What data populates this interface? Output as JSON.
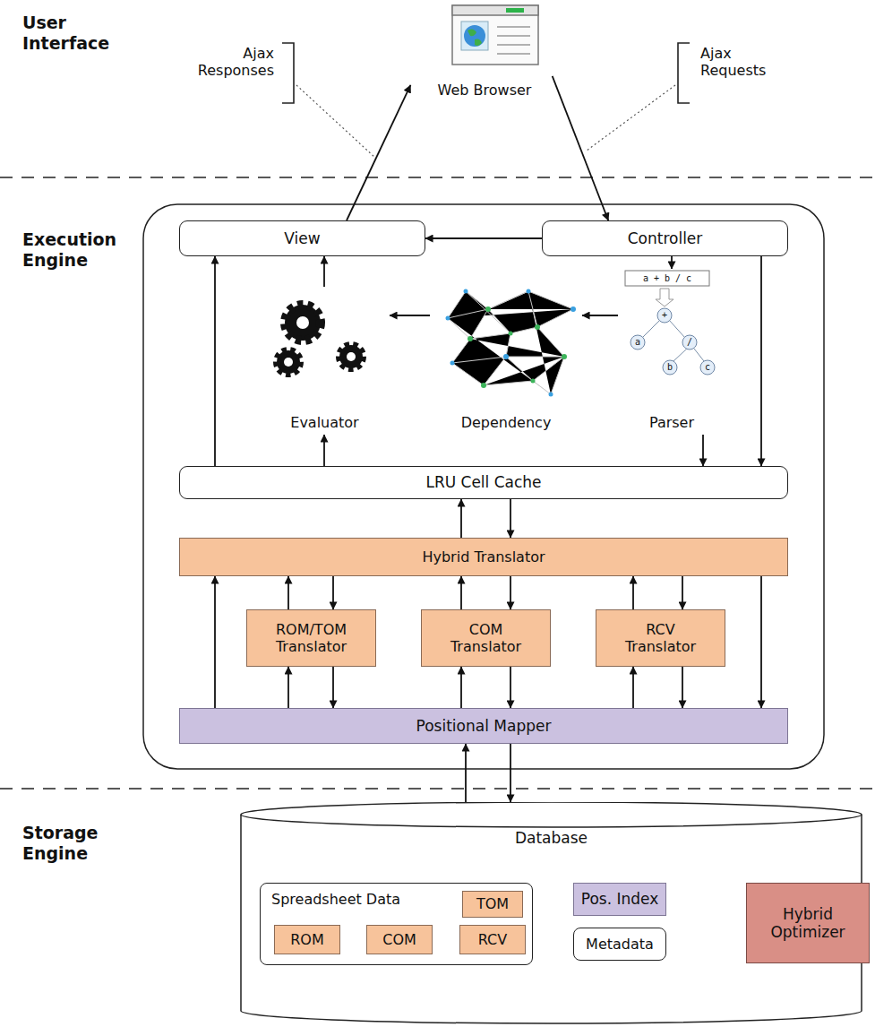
{
  "diagram": {
    "nodes": [
      {
        "text": [
          "Web Browser"
        ]
      },
      {
        "text": [
          "View"
        ]
      },
      {
        "text": [
          "Controller"
        ]
      },
      {
        "text": [
          "Evaluator"
        ]
      },
      {
        "text": [
          "Dependency"
        ]
      },
      {
        "text": [
          "Parser"
        ]
      },
      {
        "text": [
          "LRU Cell Cache"
        ]
      },
      {
        "text": [
          "Hybrid Translator"
        ]
      },
      {
        "text": [
          "ROM/TOM Translator"
        ]
      },
      {
        "text": [
          "COM Translator"
        ]
      },
      {
        "text": [
          "RCV Translator"
        ]
      },
      {
        "text": [
          "Positional Mapper"
        ]
      },
      {
        "text": [
          "Database"
        ]
      },
      {
        "text": [
          "Spreadsheet Data"
        ],
        "in": 12
      },
      {
        "text": [
          "TOM"
        ],
        "in": 13
      },
      {
        "text": [
          "ROM"
        ],
        "in": 13
      },
      {
        "text": [
          "COM"
        ],
        "in": 13
      },
      {
        "text": [
          "RCV"
        ],
        "in": 13
      },
      {
        "text": [
          "Pos. Index"
        ],
        "in": 12
      },
      {
        "text": [
          "Metadata"
        ],
        "in": 12
      },
      {
        "text": [
          "Hybrid Optimizer"
        ]
      }
    ],
    "edges": [
      {
        "from": 1,
        "to": 0,
        "arrow": "to"
      },
      {
        "from": 0,
        "to": 2,
        "arrow": "to"
      },
      {
        "from": 2,
        "to": 1,
        "arrow": "to"
      },
      {
        "from": 2,
        "to": 5,
        "arrow": "to"
      },
      {
        "from": 5,
        "to": 4,
        "arrow": "to"
      },
      {
        "from": 4,
        "to": 3,
        "arrow": "to"
      },
      {
        "from": 3,
        "to": 1,
        "arrow": "to"
      },
      {
        "from": 5,
        "to": 6,
        "arrow": "to"
      },
      {
        "from": 2,
        "to": 6,
        "arrow": "to"
      },
      {
        "from": 6,
        "to": 3,
        "arrow": "to"
      },
      {
        "from": 6,
        "to": 1,
        "arrow": "to"
      },
      {
        "from": 7,
        "to": 6,
        "arrow": "to"
      },
      {
        "from": 6,
        "to": 7,
        "arrow": "to"
      },
      {
        "from": 7,
        "to": 8,
        "arrow": "to"
      },
      {
        "from": 8,
        "to": 7,
        "arrow": "to"
      },
      {
        "from": 7,
        "to": 9,
        "arrow": "to"
      },
      {
        "from": 9,
        "to": 7,
        "arrow": "to"
      },
      {
        "from": 7,
        "to": 10,
        "arrow": "to"
      },
      {
        "from": 10,
        "to": 7,
        "arrow": "to"
      },
      {
        "from": 8,
        "to": 11,
        "arrow": "to"
      },
      {
        "from": 11,
        "to": 8,
        "arrow": "to"
      },
      {
        "from": 9,
        "to": 11,
        "arrow": "to"
      },
      {
        "from": 11,
        "to": 9,
        "arrow": "to"
      },
      {
        "from": 10,
        "to": 11,
        "arrow": "to"
      },
      {
        "from": 11,
        "to": 10,
        "arrow": "to"
      },
      {
        "from": 11,
        "to": 7,
        "arrow": "to"
      },
      {
        "from": 7,
        "to": 11,
        "arrow": "to"
      },
      {
        "from": 11,
        "to": 12,
        "arrow": "to"
      },
      {
        "from": 12,
        "to": 11,
        "arrow": "to"
      },
      {
        "from": 20,
        "to": 19,
        "arrow": "to"
      }
    ],
    "labels": [
      "User Interface",
      "Ajax Responses",
      "Ajax Requests",
      "Execution Engine",
      "Storage Engine",
      "a + b / c",
      "+",
      "a",
      "/",
      "b",
      "c"
    ]
  }
}
